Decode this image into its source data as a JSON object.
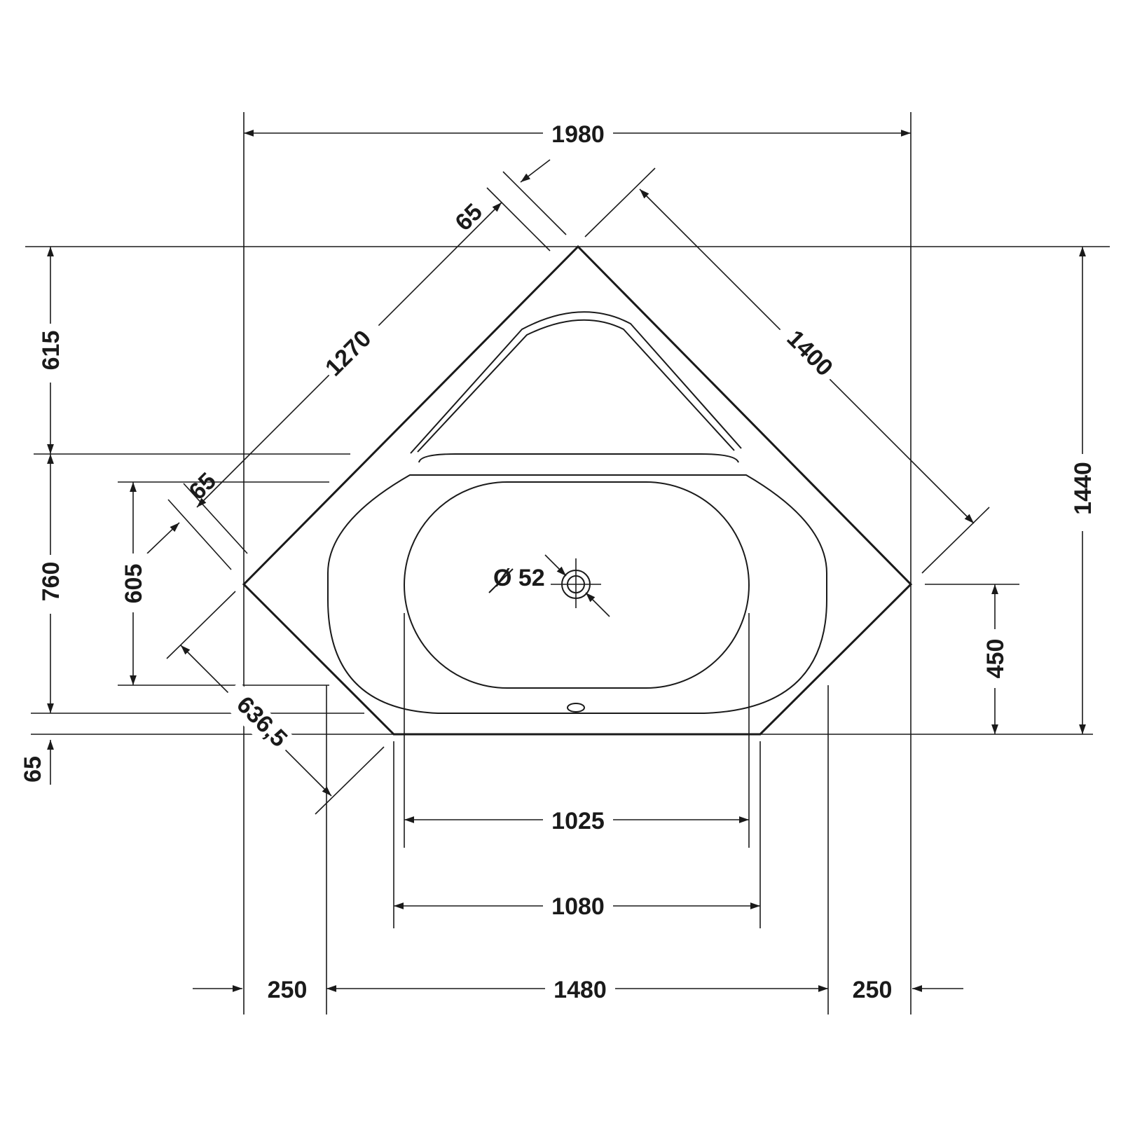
{
  "drawing": {
    "dimensions": {
      "overall_width": "1980",
      "overall_depth": "1440",
      "depth_back_upper": "615",
      "depth_front_lower": "760",
      "inner_depth": "605",
      "front_offset_right": "450",
      "front_rim": "65",
      "rim_top": "65",
      "rim_left": "65",
      "side_left": "1270",
      "side_right": "1400",
      "chamfer": "636,5",
      "inner_width": "1025",
      "front_width": "1080",
      "mid_width": "1480",
      "side_offset_left": "250",
      "side_offset_right": "250",
      "drain_diameter": "Ø 52"
    }
  }
}
